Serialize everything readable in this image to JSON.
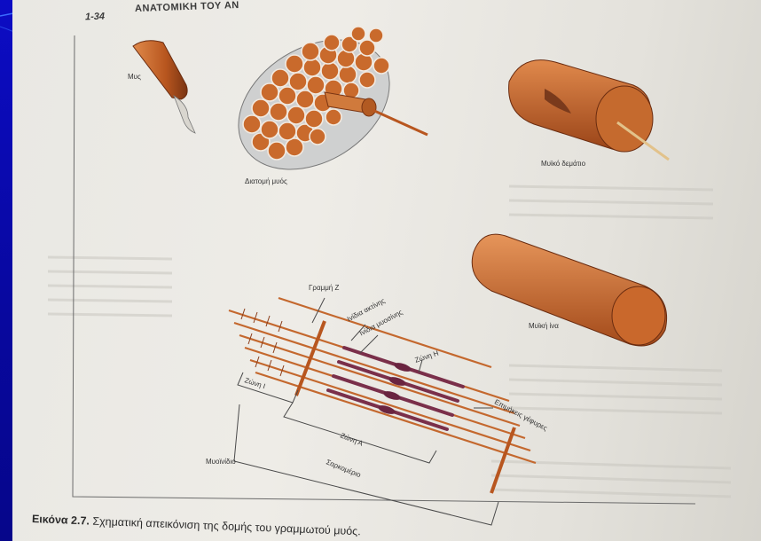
{
  "header": {
    "page_number": "1-34",
    "running_title": "ΑΝΑΤΟΜΙΚΗ ΤΟΥ ΑΝ"
  },
  "labels": {
    "muscle": "Μυς",
    "cross_section": "Διατομή μυός",
    "muscle_bundle": "Μυϊκό δεμάτιο",
    "muscle_fiber": "Μυϊκή ίνα",
    "z_line": "Γραμμή Ζ",
    "actin_filaments": "Ινίδια ακτίνης",
    "myosin_filaments": "Ινίδια μυοσίνης",
    "h_zone": "Ζώνη Η",
    "i_zone": "Ζώνη Ι",
    "cross_bridges": "Επιμήκεις γέφυρες",
    "a_zone": "Ζώνη Α",
    "myofibril": "Μυοϊνίδιο",
    "sarcomere": "Σαρκομέριο"
  },
  "caption": {
    "prefix": "Εικόνα 2.7.",
    "text": " Σχηματική απεικόνιση της δομής του γραμμωτού μυός."
  },
  "colors": {
    "slide_background": "#0a0aa8",
    "muscle_orange": "#c8692e",
    "muscle_dark": "#8a3c18",
    "myosin_purple": "#7a2f4a",
    "paper": "#ebe9e4"
  }
}
